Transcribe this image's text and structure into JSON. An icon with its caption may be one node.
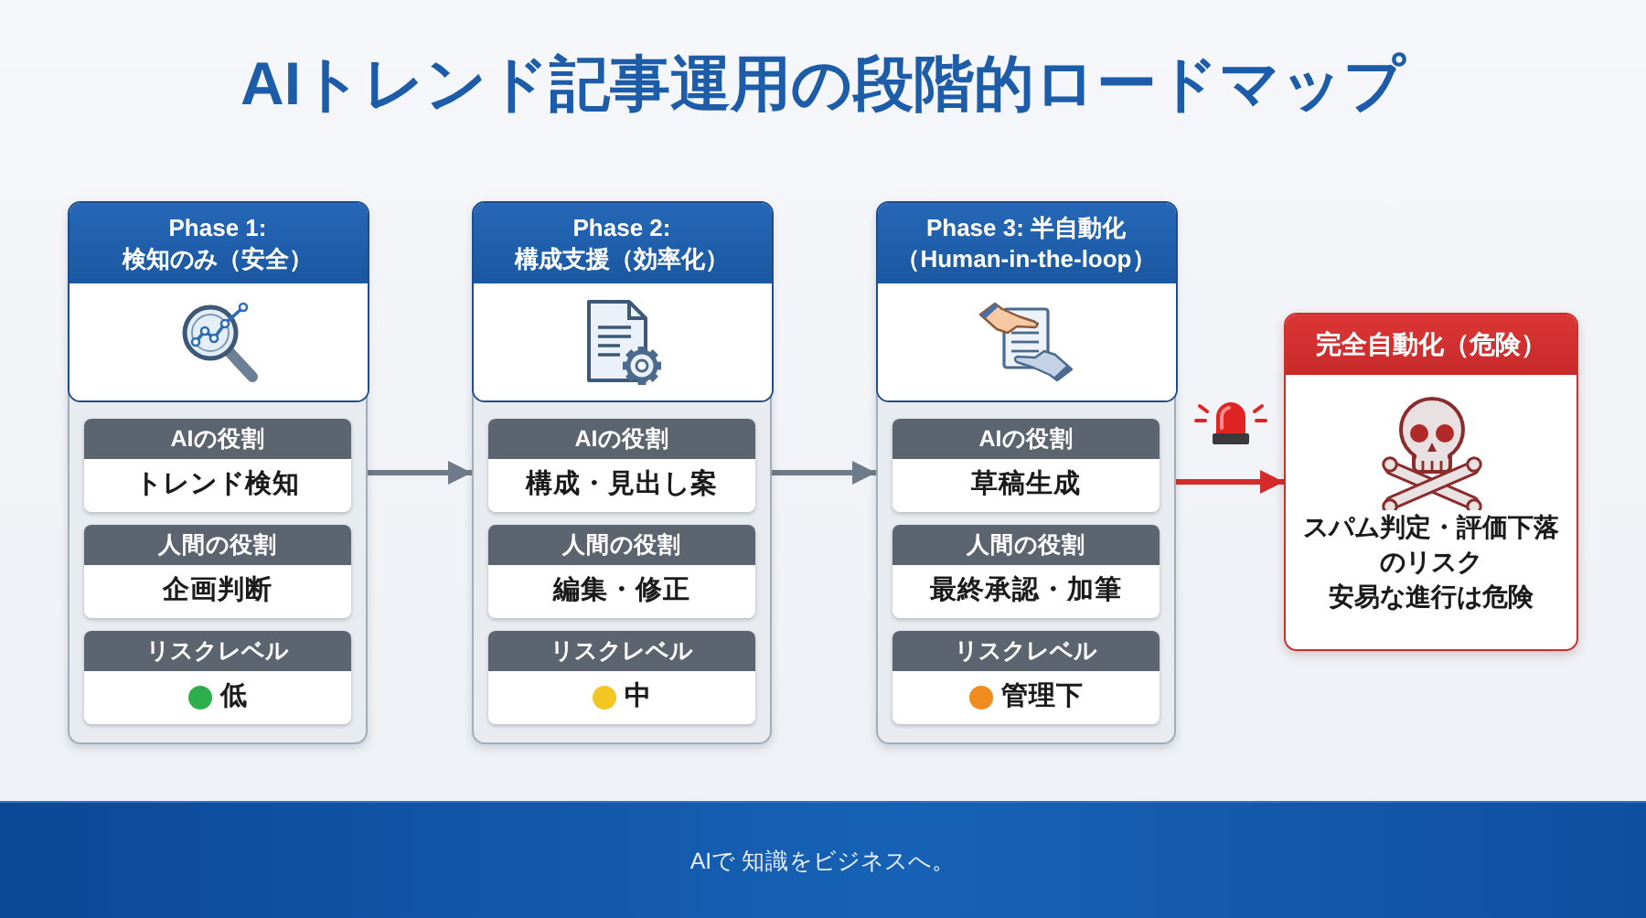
{
  "diagram": {
    "title": "AIトレンド記事運用の段階的ロードマップ",
    "nodes": [
      {
        "text": [
          "Phase 1: 検知のみ（安全）"
        ]
      },
      {
        "text": [
          "AIの役割",
          "トレンド検知"
        ],
        "in": 0
      },
      {
        "text": [
          "人間の役割",
          "企画判断"
        ],
        "in": 0
      },
      {
        "text": [
          "リスクレベル",
          "低"
        ],
        "in": 0
      },
      {
        "text": [
          "Phase 2: 構成支援（効率化）"
        ]
      },
      {
        "text": [
          "AIの役割",
          "構成・見出し案"
        ],
        "in": 4
      },
      {
        "text": [
          "人間の役割",
          "編集・修正"
        ],
        "in": 4
      },
      {
        "text": [
          "リスクレベル",
          "中"
        ],
        "in": 4
      },
      {
        "text": [
          "Phase 3: 半自動化（Human-in-the-loop）"
        ]
      },
      {
        "text": [
          "AIの役割",
          "草稿生成"
        ],
        "in": 8
      },
      {
        "text": [
          "人間の役割",
          "最終承認・加筆"
        ],
        "in": 8
      },
      {
        "text": [
          "リスクレベル",
          "管理下"
        ],
        "in": 8
      },
      {
        "text": [
          "完全自動化（危険）",
          "スパム判定・評価下落のリスク",
          "安易な進行は危険"
        ]
      }
    ],
    "edges": [
      {
        "from": 0,
        "to": 4,
        "arrow": "to"
      },
      {
        "from": 4,
        "to": 8,
        "arrow": "to"
      },
      {
        "from": 8,
        "to": 12,
        "arrow": "to",
        "color": "#d62b2b"
      }
    ],
    "labels": [
      "AIで 知識をビジネスへ。"
    ]
  }
}
